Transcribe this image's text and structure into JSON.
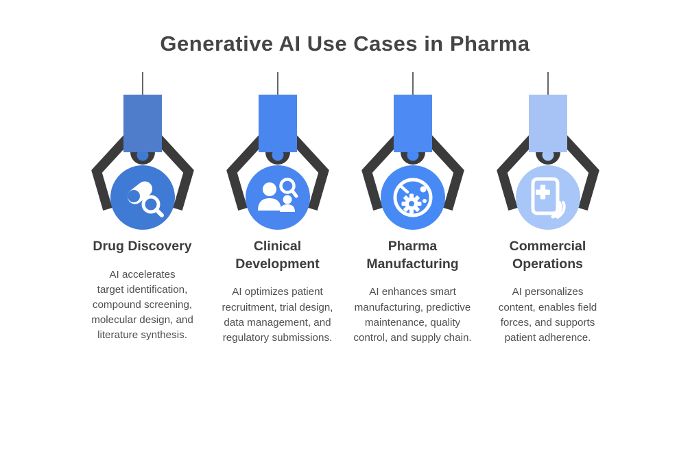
{
  "title": "Generative AI Use Cases in Pharma",
  "columns": [
    {
      "id": "drug-discovery",
      "heading": "Drug Discovery",
      "description": "AI accelerates target identification, compound screening, molecular design, and literature synthesis.",
      "icon": "pill-magnifier-icon",
      "rect_color": "#4f7dcb",
      "circle_color": "#3f7ad4"
    },
    {
      "id": "clinical-development",
      "heading": "Clinical Development",
      "description": "AI optimizes patient recruitment, trial design, data management, and regulatory submissions.",
      "icon": "patient-search-icon",
      "rect_color": "#4a86ef",
      "circle_color": "#4a86ef"
    },
    {
      "id": "pharma-manufacturing",
      "heading": "Pharma Manufacturing",
      "description": "AI enhances smart manufacturing, predictive maintenance, quality control, and supply chain.",
      "icon": "petri-dish-gear-icon",
      "rect_color": "#4d8af3",
      "circle_color": "#478af5"
    },
    {
      "id": "commercial-operations",
      "heading": "Commercial Operations",
      "description": "AI personalizes content, enables field forces, and supports patient adherence.",
      "icon": "tablet-health-icon",
      "rect_color": "#a7c3f6",
      "circle_color": "#a9c6f9"
    }
  ],
  "colors": {
    "claw": "#3b3b3b",
    "cable": "#666666",
    "title_text": "#454545",
    "heading_text": "#3d3d3d",
    "body_text": "#4f4f4f",
    "background": "#ffffff"
  }
}
